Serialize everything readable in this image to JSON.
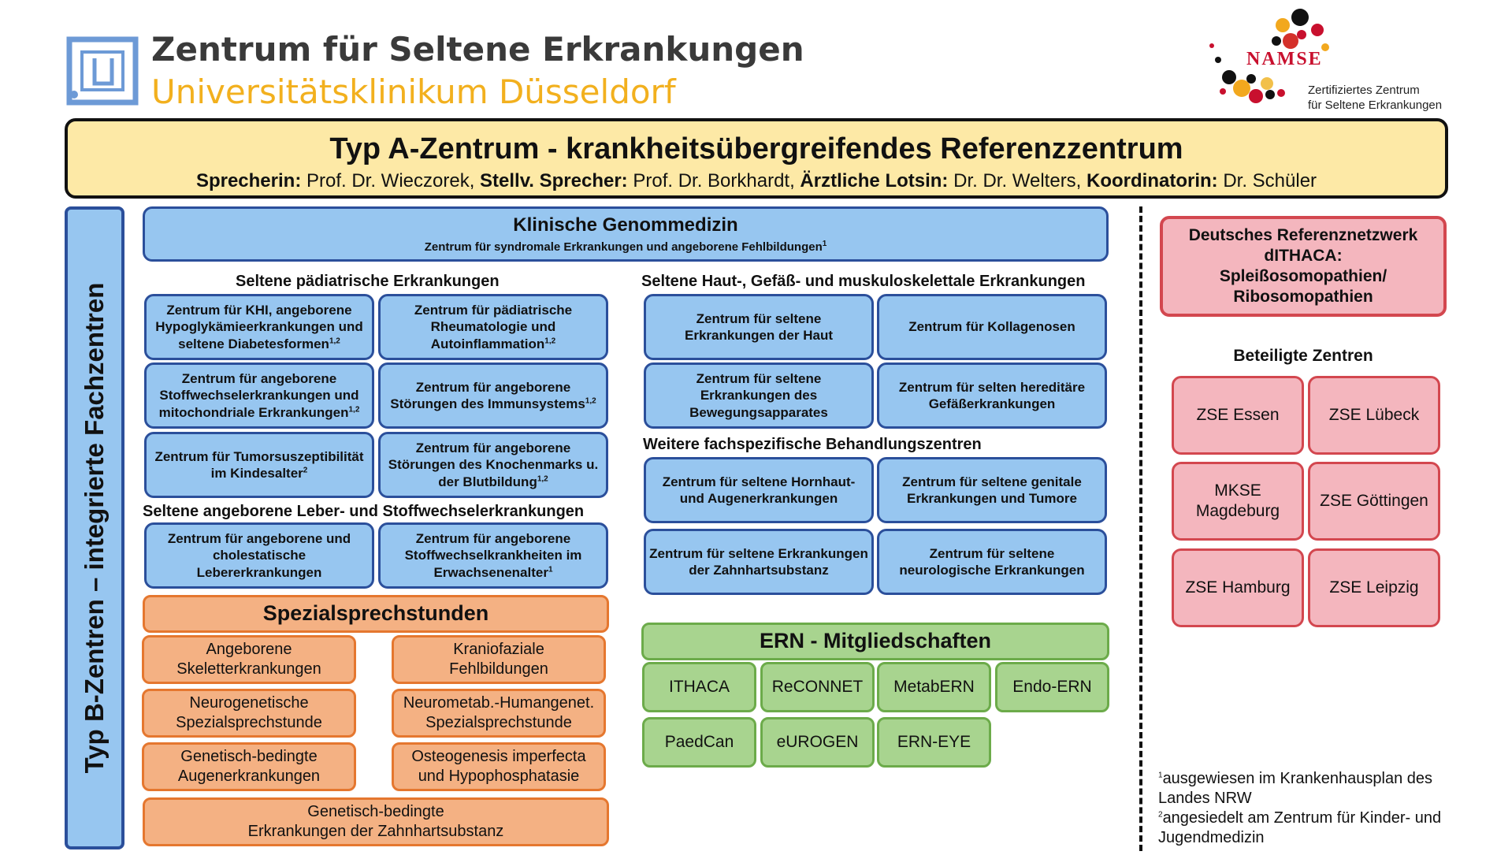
{
  "header": {
    "org_line1": "Zentrum für Seltene Erkrankungen",
    "org_line2": "Universitätsklinikum Düsseldorf",
    "namse_label": "NAMSE",
    "namse_sub1": "Zertifiziertes Zentrum",
    "namse_sub2": "für Seltene Erkrankungen"
  },
  "typ_a": {
    "title": "Typ A-Zentrum - krankheitsübergreifendes Referenzzentrum",
    "roles": [
      {
        "role": "Sprecherin:",
        "name": " Prof. Dr. Wieczorek, "
      },
      {
        "role": "Stellv. Sprecher:",
        "name": " Prof. Dr. Borkhardt, "
      },
      {
        "role": "Ärztliche Lotsin:",
        "name": " Dr. Dr. Welters, "
      },
      {
        "role": "Koordinatorin:",
        "name": " Dr. Schüler"
      }
    ]
  },
  "typ_b_label": "Typ B-Zentren – integrierte Fachzentren",
  "genom": {
    "title": "Klinische Genommedizin",
    "subtitle": "Zentrum für syndromale Erkrankungen und angeborene Fehlbildungen",
    "subtitle_sup": "1"
  },
  "sections": {
    "paed": "Seltene pädiatrische Erkrankungen",
    "haut": "Seltene Haut-, Gefäß- und muskuloskelettale Erkrankungen",
    "leber": "Seltene angeborene Leber- und Stoffwechselerkrankungen",
    "weitere": "Weitere fachspezifische Behandlungszentren"
  },
  "paed_boxes": [
    {
      "lines": [
        "Zentrum für KHI, angeborene",
        "Hypoglykämieerkrankungen und",
        "seltene Diabetesformen"
      ],
      "sup": "1,2"
    },
    {
      "lines": [
        "Zentrum für pädiatrische",
        "Rheumatologie und",
        "Autoinflammation"
      ],
      "sup": "1,2"
    },
    {
      "lines": [
        "Zentrum für angeborene",
        "Stoffwechselerkrankungen und",
        "mitochondriale Erkrankungen"
      ],
      "sup": "1,2"
    },
    {
      "lines": [
        "Zentrum für angeborene",
        "Störungen des Immunsystems"
      ],
      "sup": "1,2"
    },
    {
      "lines": [
        "Zentrum für Tumorsuszeptibilität",
        "im Kindesalter"
      ],
      "sup": "2"
    },
    {
      "lines": [
        "Zentrum für angeborene",
        "Störungen des Knochenmarks u.",
        "der Blutbildung"
      ],
      "sup": "1,2"
    }
  ],
  "leber_boxes": [
    {
      "lines": [
        "Zentrum für angeborene und",
        "cholestatische",
        "Lebererkrankungen"
      ],
      "sup": ""
    },
    {
      "lines": [
        "Zentrum für angeborene",
        "Stoffwechselkrankheiten im",
        "Erwachsenenalter"
      ],
      "sup": "1"
    }
  ],
  "haut_boxes": [
    {
      "lines": [
        "Zentrum für seltene",
        "Erkrankungen der Haut"
      ],
      "sup": ""
    },
    {
      "lines": [
        "Zentrum für Kollagenosen"
      ],
      "sup": ""
    },
    {
      "lines": [
        "Zentrum für seltene",
        "Erkrankungen des",
        "Bewegungsapparates"
      ],
      "sup": ""
    },
    {
      "lines": [
        "Zentrum für selten hereditäre",
        "Gefäßerkrankungen"
      ],
      "sup": ""
    }
  ],
  "weitere_boxes": [
    {
      "lines": [
        "Zentrum für seltene Hornhaut-",
        "und Augenerkrankungen"
      ],
      "sup": ""
    },
    {
      "lines": [
        "Zentrum für seltene genitale",
        "Erkrankungen und Tumore"
      ],
      "sup": ""
    },
    {
      "lines": [
        "Zentrum für seltene Erkrankungen",
        "der Zahnhartsubstanz"
      ],
      "sup": ""
    },
    {
      "lines": [
        "Zentrum für seltene",
        "neurologische Erkrankungen"
      ],
      "sup": ""
    }
  ],
  "spezial": {
    "title": "Spezialsprechstunden",
    "items": [
      [
        "Angeborene",
        "Skeletterkrankungen"
      ],
      [
        "Kraniofaziale",
        "Fehlbildungen"
      ],
      [
        "Neurogenetische",
        "Spezialsprechstunde"
      ],
      [
        "Neurometab.-Humangenet.",
        "Spezialsprechstunde"
      ],
      [
        "Genetisch-bedingte",
        "Augenerkrankungen"
      ],
      [
        "Osteogenesis imperfecta",
        "und Hypophosphatasie"
      ],
      [
        "Genetisch-bedingte",
        "Erkrankungen der Zahnhartsubstanz"
      ]
    ]
  },
  "ern": {
    "title": "ERN - Mitgliedschaften",
    "items": [
      "ITHACA",
      "ReCONNET",
      "MetabERN",
      "Endo-ERN",
      "PaedCan",
      "eUROGEN",
      "ERN-EYE"
    ]
  },
  "referenz": {
    "lines": [
      "Deutsches Referenznetzwerk",
      "dITHACA:",
      "Spleißosomopathien/",
      "Ribosomopathien"
    ]
  },
  "beteiligte": {
    "title": "Beteiligte Zentren",
    "items": [
      [
        "ZSE Essen"
      ],
      [
        "ZSE Lübeck"
      ],
      [
        "MKSE",
        "Magdeburg"
      ],
      [
        "ZSE Göttingen"
      ],
      [
        "ZSE Hamburg"
      ],
      [
        "ZSE Leipzig"
      ]
    ]
  },
  "footnotes": [
    {
      "sup": "1",
      "text": "ausgewiesen im Krankenhausplan des",
      "text2": "Landes NRW"
    },
    {
      "sup": "2",
      "text": "angesiedelt am Zentrum für Kinder- und",
      "text2": "Jugendmedizin"
    }
  ],
  "colors": {
    "yellow": "#fde9a6",
    "blue": "#97c6f0",
    "blue_border": "#2b4f9b",
    "orange": "#f4b183",
    "green": "#a8d48f",
    "red": "#f4b6be",
    "red_border": "#d3474f",
    "brand_blue": "#5b8bd0",
    "brand_yellow": "#f2b01e"
  }
}
